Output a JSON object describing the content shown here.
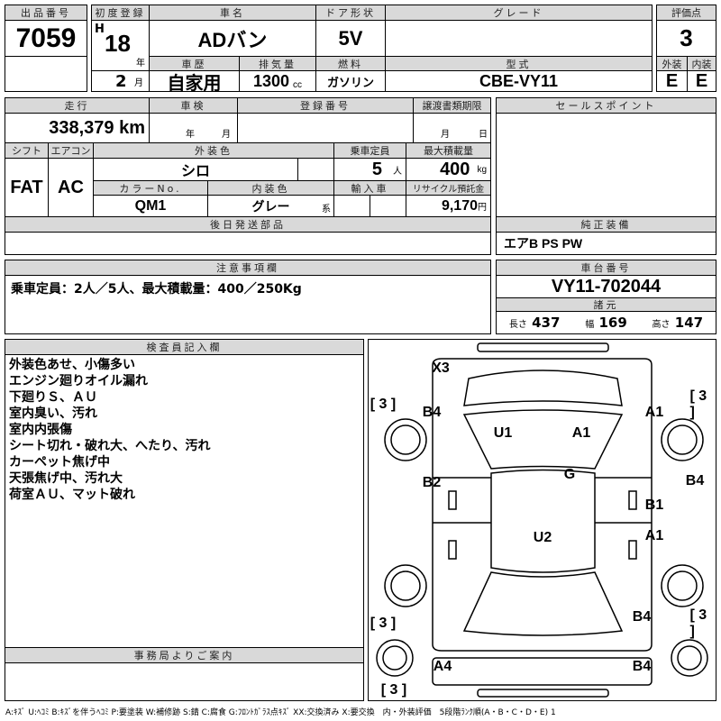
{
  "header": {
    "lot_label": "出品番号",
    "lot": "7059",
    "reg_label": "初度登録",
    "era": "H",
    "year": "18",
    "year_unit": "年",
    "month": "2",
    "month_unit": "月",
    "name_label": "車名",
    "name": "ADバン",
    "door_label": "ドア形状",
    "door": "5V",
    "grade_label": "グレード",
    "grade": "",
    "score_label": "評価点",
    "score": "3",
    "history_label": "車歴",
    "history": "自家用",
    "disp_label": "排気量",
    "disp": "1300",
    "disp_unit": "cc",
    "fuel_label": "燃料",
    "fuel": "ガソリン",
    "model_label": "型式",
    "model": "CBE-VY11",
    "ext_label": "外装",
    "ext": "E",
    "int_label": "内装",
    "int": "E"
  },
  "details": {
    "mileage_label": "走行",
    "mileage": "338,379 km",
    "inspection_label": "車検",
    "insp_year": "年",
    "insp_month": "月",
    "regno_label": "登録番号",
    "transfer_label": "譲渡書類期限",
    "tr_month": "月",
    "tr_day": "日",
    "shift_label": "シフト",
    "shift": "FAT",
    "ac_label": "エアコン",
    "ac": "AC",
    "color_label": "外装色",
    "color": "シロ",
    "capacity_label": "乗車定員",
    "capacity": "5",
    "capacity_unit": "人",
    "load_label": "最大積載量",
    "load": "400",
    "load_unit": "kg",
    "colorno_label": "カラーNo.",
    "colorno": "QM1",
    "interior_label": "内装色",
    "interior": "グレー",
    "interior_suffix": "系",
    "import_label": "輸入車",
    "recycle_label": "リサイクル預託金",
    "recycle": "9,170",
    "recycle_unit": "円",
    "later_parts_label": "後日発送部品",
    "sales_label": "セールスポイント",
    "equip_label": "純正装備",
    "equip": "エアB PS PW"
  },
  "caution": {
    "label": "注意事項欄",
    "text": "乗車定員：2人／5人、最大積載量：400／250Kg"
  },
  "chassis": {
    "label": "車台番号",
    "value": "VY11-702044",
    "spec_label": "諸元",
    "length_label": "長さ",
    "length": "437",
    "width_label": "幅",
    "width": "169",
    "height_label": "高さ",
    "height": "147"
  },
  "inspector": {
    "label": "検査員記入欄",
    "notes": [
      "外装色あせ、小傷多い",
      "エンジン廻りオイル漏れ",
      "下廻りＳ、ＡＵ",
      "室内臭い、汚れ",
      "室内内張傷",
      "シート切れ・破れ大、へたり、汚れ",
      "カーペット焦げ中",
      "天張焦げ中、汚れ大",
      "荷室ＡＵ、マット破れ"
    ]
  },
  "office": {
    "label": "事務局よりご案内"
  },
  "diagram": {
    "marks": [
      "X3",
      "[ 3 ]",
      "B4",
      "U1",
      "A1",
      "A1",
      "[ 3 ]",
      "G",
      "B2",
      "B4",
      "B1",
      "A1",
      "U2",
      "[ 3 ]",
      "B4",
      "[ 3 ]",
      "A4",
      "B4",
      "[ 3 ]"
    ]
  },
  "legend": "A:ｷｽﾞ U:ﾍｺﾐ B:ｷｽﾞを伴うﾍｺﾐ P:要塗装 W:補修跡 S:錆 C:腐食 G:ﾌﾛﾝﾄｶﾞﾗｽ点ｷｽﾞ XX:交換済み X:要交換　内・外装評価　5段階ﾗﾝｸ順(A・B・C・D・E) 1"
}
